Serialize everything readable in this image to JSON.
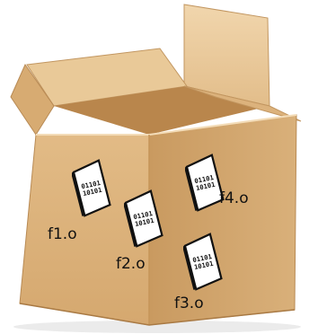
{
  "files": [
    {
      "name": "f1.o",
      "line1": "01101",
      "line2": "10101"
    },
    {
      "name": "f2.o",
      "line1": "01101",
      "line2": "10101"
    },
    {
      "name": "f3.o",
      "line1": "01101",
      "line2": "10101"
    },
    {
      "name": "f4.o",
      "line1": "01101",
      "line2": "10101"
    }
  ],
  "colors": {
    "box_light": "#e7c595",
    "box_front": "#ddb57e",
    "box_side": "#c9995f",
    "box_inside": "#b9864c",
    "box_edge": "#9b6f3c",
    "doc_border": "#111111",
    "doc_fill": "#ffffff"
  }
}
